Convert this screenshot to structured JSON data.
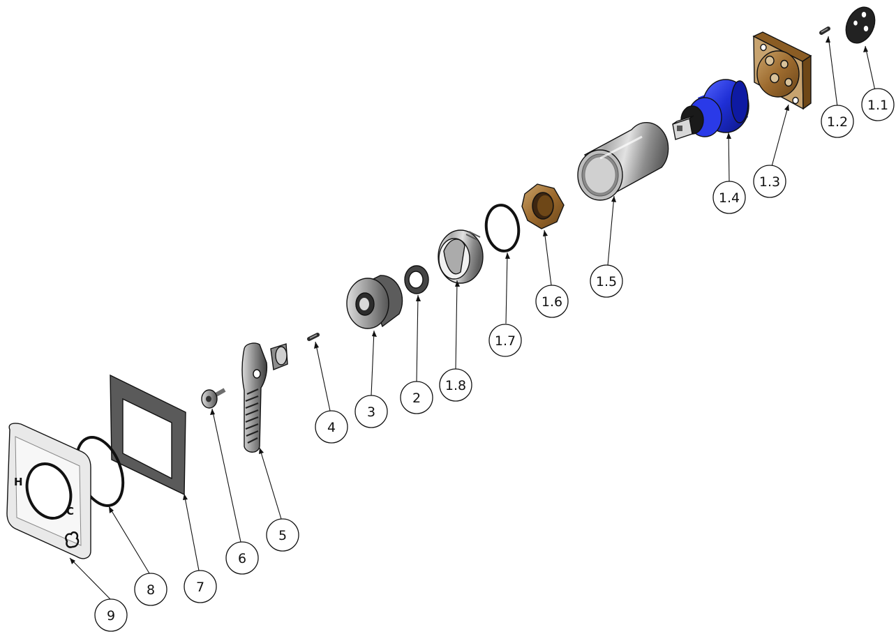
{
  "diagram": {
    "kind": "exploded-parts-view",
    "faceplate_markings": {
      "hot": "H",
      "cold": "C"
    },
    "callouts": [
      {
        "label": "1.1",
        "part": "part-1-1"
      },
      {
        "label": "1.2",
        "part": "part-1-2"
      },
      {
        "label": "1.3",
        "part": "part-1-3"
      },
      {
        "label": "1.4",
        "part": "part-1-4"
      },
      {
        "label": "1.5",
        "part": "part-1-5"
      },
      {
        "label": "1.6",
        "part": "part-1-6"
      },
      {
        "label": "1.7",
        "part": "part-1-7"
      },
      {
        "label": "1.8",
        "part": "part-1-8"
      },
      {
        "label": "2",
        "part": "part-2"
      },
      {
        "label": "3",
        "part": "part-3"
      },
      {
        "label": "4",
        "part": "part-4"
      },
      {
        "label": "5",
        "part": "part-5"
      },
      {
        "label": "6",
        "part": "part-6"
      },
      {
        "label": "7",
        "part": "part-7"
      },
      {
        "label": "8",
        "part": "part-8"
      },
      {
        "label": "9",
        "part": "part-9"
      }
    ],
    "colors": {
      "outline": "#111111",
      "cartridge_blue": "#1f2fd6",
      "brass": "#9c6a2e",
      "chrome_light": "#e9e9e9",
      "chrome_dark": "#7d7d7d",
      "rubber": "#1a1a1a",
      "gasket": "#555555"
    }
  }
}
